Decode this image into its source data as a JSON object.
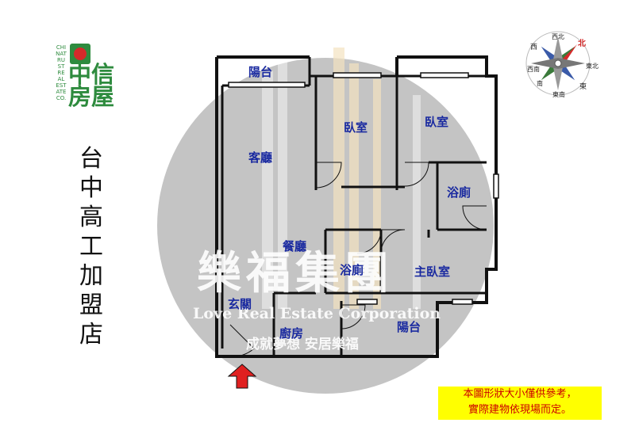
{
  "brand": {
    "logo_name": "中信房屋",
    "logo_en": "CHINATRUST REAL ESTATE CO.",
    "store_name": [
      "台",
      "中",
      "高",
      "工",
      "加",
      "盟",
      "店"
    ]
  },
  "floorplan": {
    "rooms": {
      "balcony_top": "陽台",
      "living_room": "客廳",
      "bedroom_1": "臥室",
      "bedroom_2": "臥室",
      "bathroom_1": "浴廁",
      "dining_room": "餐廳",
      "bathroom_2": "浴廁",
      "master_bedroom": "主臥室",
      "entrance": "玄關",
      "kitchen": "廚房",
      "balcony_bottom": "陽台"
    },
    "entrance_arrow_color": "#e02020",
    "wall_color": "#111111",
    "label_color": "#1a2aa0"
  },
  "compass": {
    "labels": [
      "北",
      "西北",
      "西",
      "西南",
      "南",
      "東南",
      "東",
      "東北"
    ]
  },
  "watermark": {
    "title": "樂福集團",
    "subtitle": "Love Real Estate Corporation",
    "slogan": "成就夢想 安居樂福"
  },
  "disclaimer": {
    "line1": "本圖形狀大小僅供參考，",
    "line2": "實際建物依現場而定。"
  }
}
